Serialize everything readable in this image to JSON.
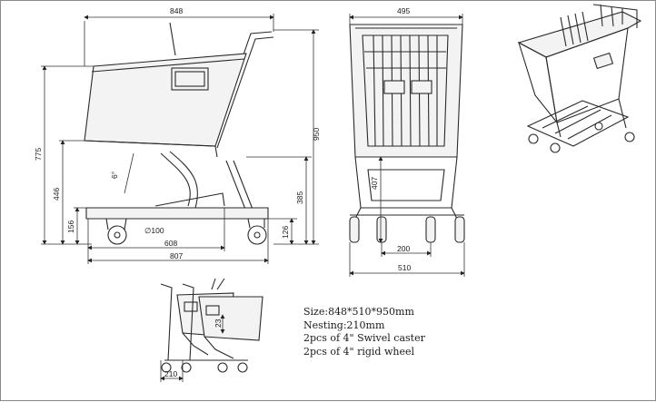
{
  "side_view": {
    "width": "848",
    "height_total": "950",
    "height_basket": "775",
    "height_lower": "446",
    "height_frame": "385",
    "height_base": "156",
    "height_axle": "126",
    "angle": "6°",
    "wheel_dia": "∅100",
    "wheelbase_inner": "608",
    "wheelbase_outer": "807"
  },
  "front_view": {
    "width_top": "495",
    "width_bottom": "510",
    "height_lower": "407",
    "wheel_gap": "200"
  },
  "nesting_view": {
    "offset": "210",
    "gap": "23"
  },
  "specs": [
    "Size:848*510*950mm",
    "Nesting:210mm",
    "2pcs of 4\" Swivel caster",
    "2pcs of 4\" rigid wheel"
  ]
}
